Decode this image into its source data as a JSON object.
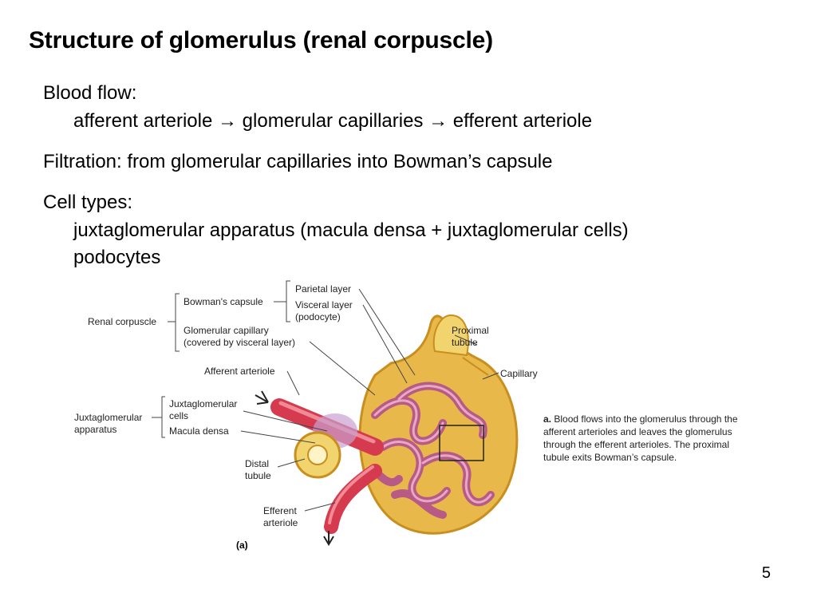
{
  "slide": {
    "title": "Structure of glomerulus (renal corpuscle)",
    "blood_flow_heading": "Blood flow:",
    "blood_flow_path": "afferent arteriole → glomerular capillaries → efferent arteriole",
    "filtration": "Filtration: from glomerular capillaries into Bowman’s capsule",
    "cell_types_heading": "Cell types:",
    "cell_type_1": "juxtaglomerular apparatus (macula densa + juxtaglomerular cells)",
    "cell_type_2": "podocytes",
    "page_number": "5"
  },
  "figure": {
    "labels": {
      "renal_corpuscle": "Renal corpuscle",
      "bowmans_capsule": "Bowman's capsule",
      "parietal_layer": "Parietal layer",
      "visceral_layer": "Visceral layer",
      "podocyte": "(podocyte)",
      "glomerular_capillary": "Glomerular capillary",
      "covered_by": "(covered by visceral layer)",
      "afferent_arteriole": "Afferent arteriole",
      "juxtaglomerular_apparatus_1": "Juxtaglomerular",
      "juxtaglomerular_apparatus_2": "apparatus",
      "juxtaglomerular_cells_1": "Juxtaglomerular",
      "juxtaglomerular_cells_2": "cells",
      "macula_densa": "Macula densa",
      "distal_tubule_1": "Distal",
      "distal_tubule_2": "tubule",
      "efferent_arteriole_1": "Efferent",
      "efferent_arteriole_2": "arteriole",
      "proximal_tubule_1": "Proximal",
      "proximal_tubule_2": "tubule",
      "capillary": "Capillary",
      "panel_tag": "(a)"
    },
    "caption_letter": "a.",
    "caption_text": "Blood flows into the glomerulus through the afferent arterioles and leaves the glomerulus through the efferent arterioles. The proximal tubule exits Bowman’s capsule.",
    "colors": {
      "capsule": "#e8b84a",
      "capsule_edge": "#c98f1e",
      "capillary": "#b85a86",
      "capillary_light": "#e7a8c6",
      "artery": "#d63a4e",
      "artery_light": "#f08a94",
      "tubule_cells": "#f2d46e"
    }
  }
}
